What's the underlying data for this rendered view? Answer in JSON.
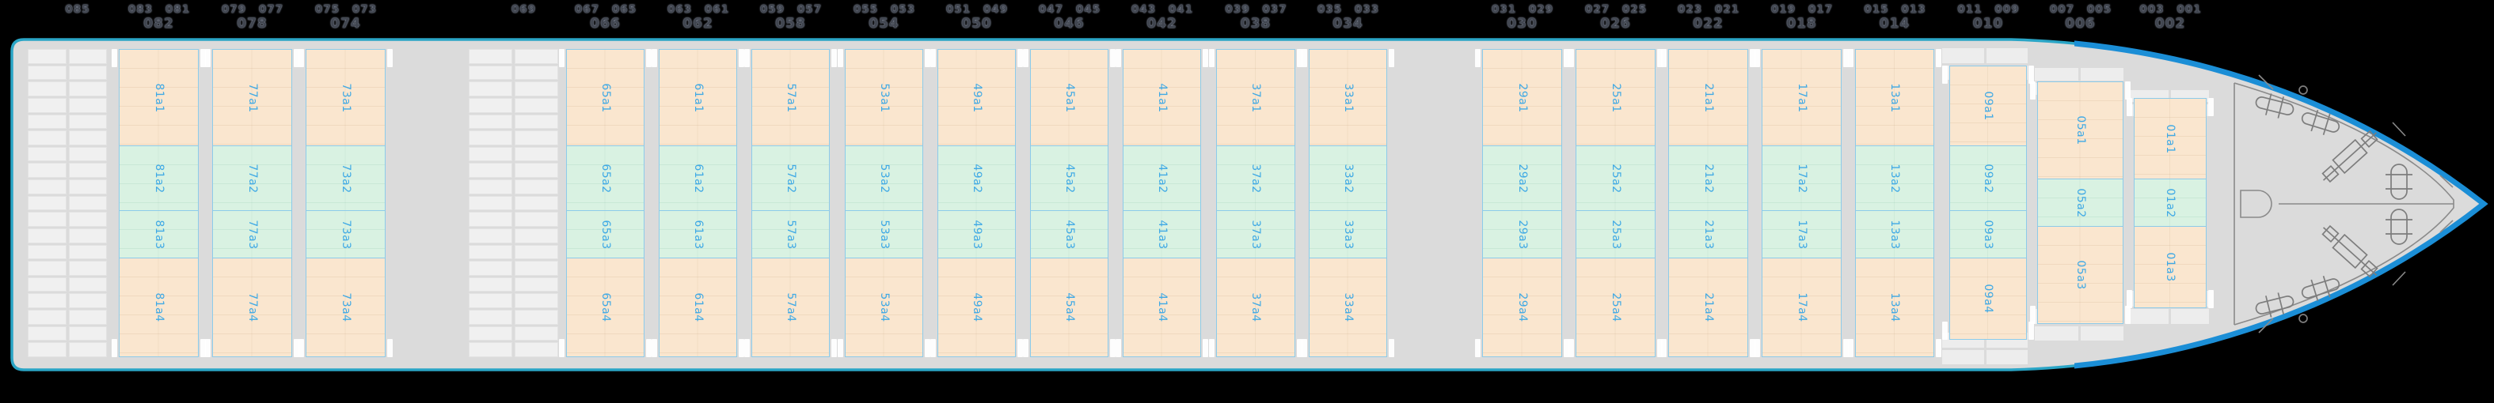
{
  "colors": {
    "background": "#000000",
    "hull_fill": "#dbdbdb",
    "hull_border": "#2aa5c6",
    "bow_border": "#1b8ed6",
    "zone_peach": "#fae6cf",
    "zone_mint": "#d9f2e2",
    "zone_border": "#8ccbea",
    "bay_label": "#3fa9e5",
    "axis_label": "#40454f",
    "rack_cell": "#f0f0f0",
    "deck_cell": "#ededed"
  },
  "slots": [
    {
      "type": "rack",
      "axis_odd": [
        "085"
      ]
    },
    {
      "type": "bay",
      "id": "81",
      "axis_odd": [
        "083",
        "081"
      ],
      "axis_even": "082",
      "zones": [
        "81a1",
        "81a2",
        "81a3",
        "81a4"
      ]
    },
    {
      "type": "bay",
      "id": "77",
      "axis_odd": [
        "079",
        "077"
      ],
      "axis_even": "078",
      "zones": [
        "77a1",
        "77a2",
        "77a3",
        "77a4"
      ]
    },
    {
      "type": "bay",
      "id": "73",
      "axis_odd": [
        "075",
        "073"
      ],
      "axis_even": "074",
      "zones": [
        "73a1",
        "73a2",
        "73a3",
        "73a4"
      ]
    },
    {
      "type": "rack",
      "axis_odd": [
        "069"
      ]
    },
    {
      "type": "bay",
      "id": "65",
      "axis_odd": [
        "067",
        "065"
      ],
      "axis_even": "066",
      "zones": [
        "65a1",
        "65a2",
        "65a3",
        "65a4"
      ]
    },
    {
      "type": "bay",
      "id": "61",
      "axis_odd": [
        "063",
        "061"
      ],
      "axis_even": "062",
      "zones": [
        "61a1",
        "61a2",
        "61a3",
        "61a4"
      ]
    },
    {
      "type": "bay",
      "id": "57",
      "axis_odd": [
        "059",
        "057"
      ],
      "axis_even": "058",
      "zones": [
        "57a1",
        "57a2",
        "57a3",
        "57a4"
      ]
    },
    {
      "type": "bay",
      "id": "53",
      "axis_odd": [
        "055",
        "053"
      ],
      "axis_even": "054",
      "zones": [
        "53a1",
        "53a2",
        "53a3",
        "53a4"
      ]
    },
    {
      "type": "bay",
      "id": "49",
      "axis_odd": [
        "051",
        "049"
      ],
      "axis_even": "050",
      "zones": [
        "49a1",
        "49a2",
        "49a3",
        "49a4"
      ]
    },
    {
      "type": "bay",
      "id": "45",
      "axis_odd": [
        "047",
        "045"
      ],
      "axis_even": "046",
      "zones": [
        "45a1",
        "45a2",
        "45a3",
        "45a4"
      ]
    },
    {
      "type": "bay",
      "id": "41",
      "axis_odd": [
        "043",
        "041"
      ],
      "axis_even": "042",
      "zones": [
        "41a1",
        "41a2",
        "41a3",
        "41a4"
      ]
    },
    {
      "type": "bay",
      "id": "37",
      "axis_odd": [
        "039",
        "037"
      ],
      "axis_even": "038",
      "zones": [
        "37a1",
        "37a2",
        "37a3",
        "37a4"
      ]
    },
    {
      "type": "bay",
      "id": "33",
      "axis_odd": [
        "035",
        "033"
      ],
      "axis_even": "034",
      "zones": [
        "33a1",
        "33a2",
        "33a3",
        "33a4"
      ]
    },
    {
      "type": "bay",
      "id": "29",
      "axis_odd": [
        "031",
        "029"
      ],
      "axis_even": "030",
      "zones": [
        "29a1",
        "29a2",
        "29a3",
        "29a4"
      ]
    },
    {
      "type": "bay",
      "id": "25",
      "axis_odd": [
        "027",
        "025"
      ],
      "axis_even": "026",
      "zones": [
        "25a1",
        "25a2",
        "25a3",
        "25a4"
      ]
    },
    {
      "type": "bay",
      "id": "21",
      "axis_odd": [
        "023",
        "021"
      ],
      "axis_even": "022",
      "zones": [
        "21a1",
        "21a2",
        "21a3",
        "21a4"
      ]
    },
    {
      "type": "bay",
      "id": "17",
      "axis_odd": [
        "019",
        "017"
      ],
      "axis_even": "018",
      "zones": [
        "17a1",
        "17a2",
        "17a3",
        "17a4"
      ]
    },
    {
      "type": "bay",
      "id": "13",
      "axis_odd": [
        "015",
        "013"
      ],
      "axis_even": "014",
      "zones": [
        "13a1",
        "13a2",
        "13a3",
        "13a4"
      ]
    },
    {
      "type": "bay",
      "id": "09",
      "axis_odd": [
        "011",
        "009"
      ],
      "axis_even": "010",
      "zones": [
        "09a1",
        "09a2",
        "09a3",
        "09a4"
      ]
    },
    {
      "type": "bay",
      "id": "05",
      "axis_odd": [
        "007",
        "005"
      ],
      "axis_even": "006",
      "zones": [
        "05a1",
        "05a2",
        "05a3"
      ]
    },
    {
      "type": "bay",
      "id": "01",
      "axis_odd": [
        "003",
        "001"
      ],
      "axis_even": "002",
      "zones": [
        "01a1",
        "01a2",
        "01a3"
      ]
    }
  ]
}
